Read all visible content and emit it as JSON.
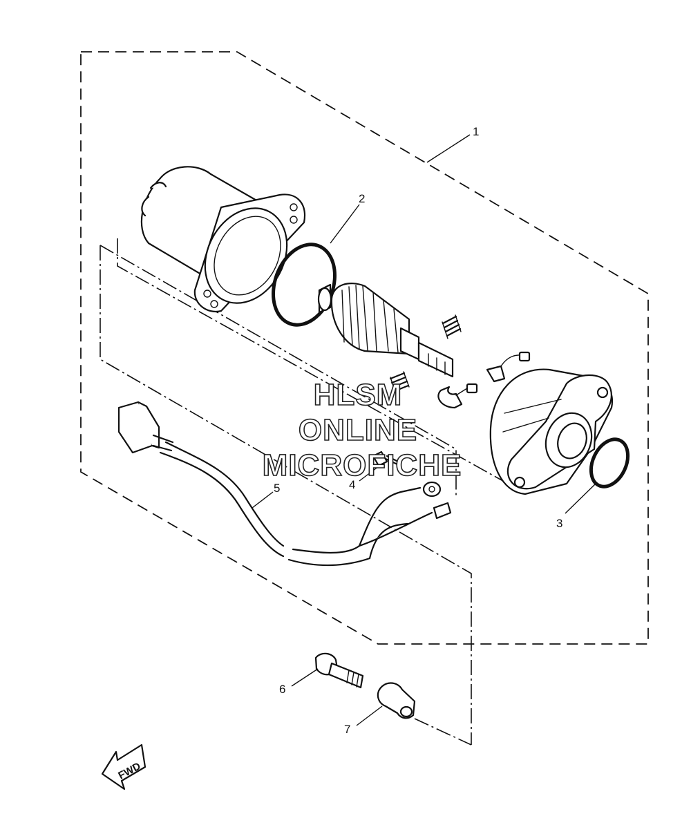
{
  "callouts": [
    {
      "id": "1",
      "label": "1"
    },
    {
      "id": "2",
      "label": "2"
    },
    {
      "id": "3",
      "label": "3"
    },
    {
      "id": "4",
      "label": "4"
    },
    {
      "id": "5",
      "label": "5"
    },
    {
      "id": "6",
      "label": "6"
    },
    {
      "id": "7",
      "label": "7"
    }
  ],
  "watermark": {
    "line1": "HLSM",
    "line2": "ONLINE",
    "line3": "MICROFICHE"
  },
  "direction_arrow": {
    "label": "FWD",
    "icon": "fwd-arrow-icon"
  }
}
